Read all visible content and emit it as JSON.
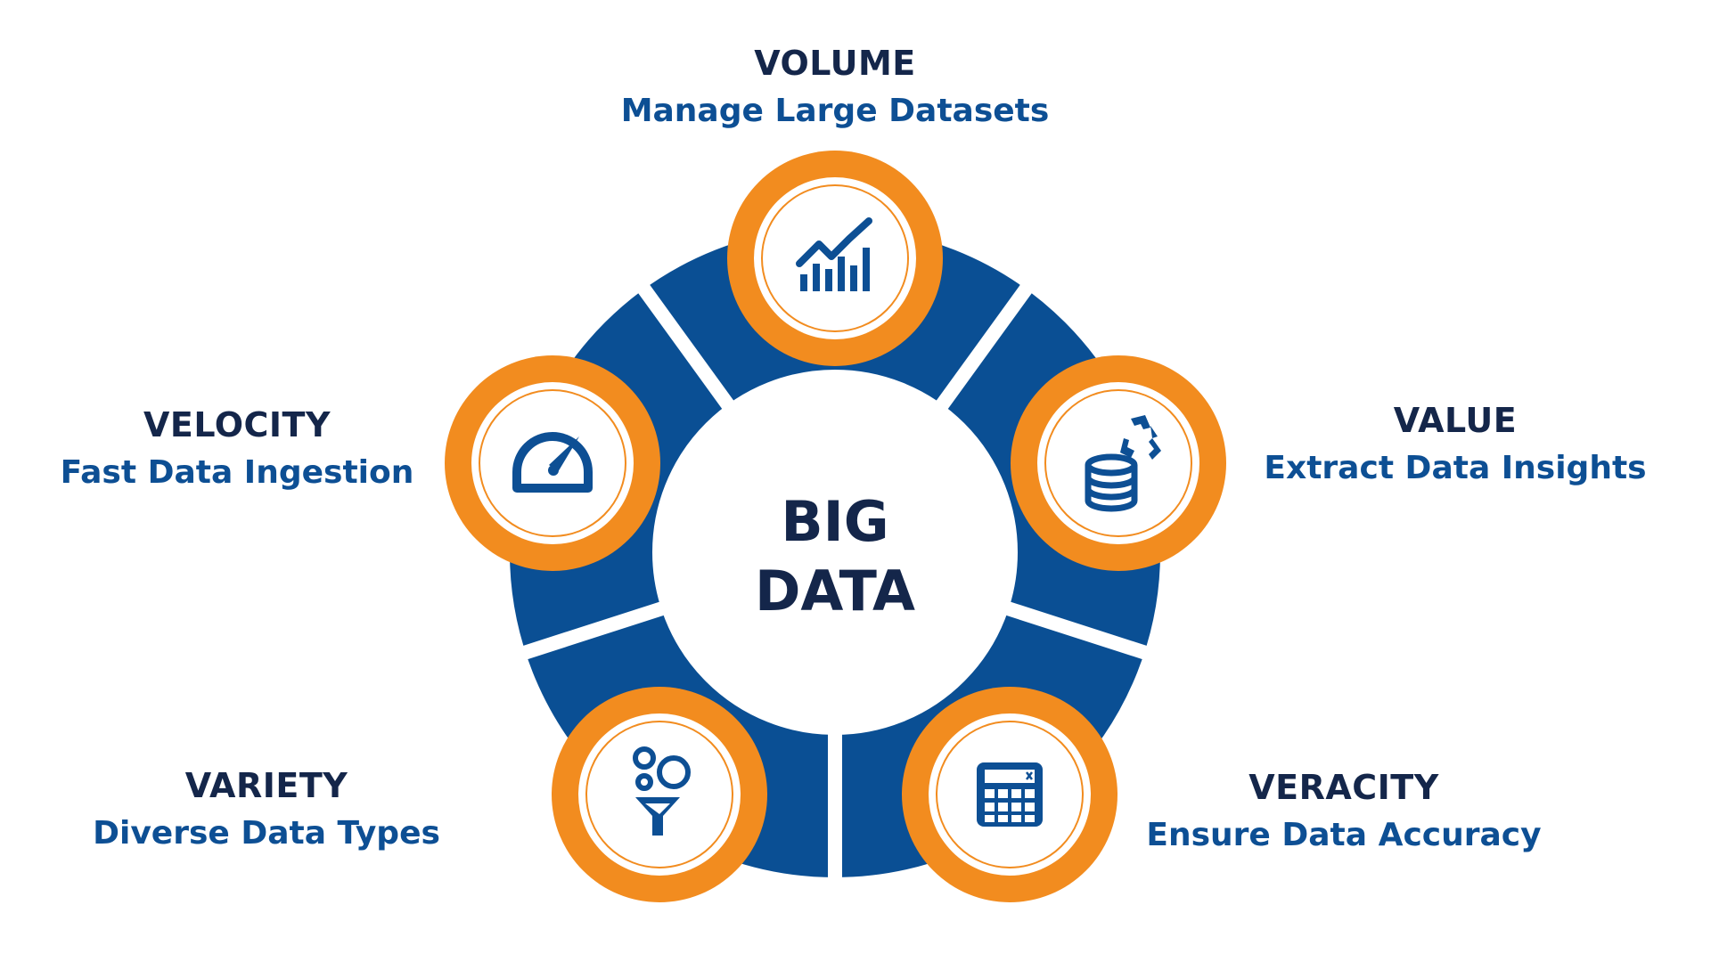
{
  "center": {
    "line1": "BIG",
    "line2": "DATA"
  },
  "pillars": [
    {
      "key": "volume",
      "title": "VOLUME",
      "subtitle": "Manage Large Datasets",
      "icon": "bar-chart-trend-icon"
    },
    {
      "key": "value",
      "title": "VALUE",
      "subtitle": "Extract Data Insights",
      "icon": "database-recycle-icon"
    },
    {
      "key": "veracity",
      "title": "VERACITY",
      "subtitle": "Ensure Data Accuracy",
      "icon": "calculator-icon"
    },
    {
      "key": "variety",
      "title": "VARIETY",
      "subtitle": "Diverse Data Types",
      "icon": "shapes-funnel-icon"
    },
    {
      "key": "velocity",
      "title": "VELOCITY",
      "subtitle": "Fast Data Ingestion",
      "icon": "speedometer-icon"
    }
  ],
  "colors": {
    "ring_blue": "#0a4f94",
    "badge_orange": "#f28c1f",
    "heading_navy": "#14264a",
    "subtitle_blue": "#0d4f94",
    "icon_blue": "#0d4f94"
  }
}
